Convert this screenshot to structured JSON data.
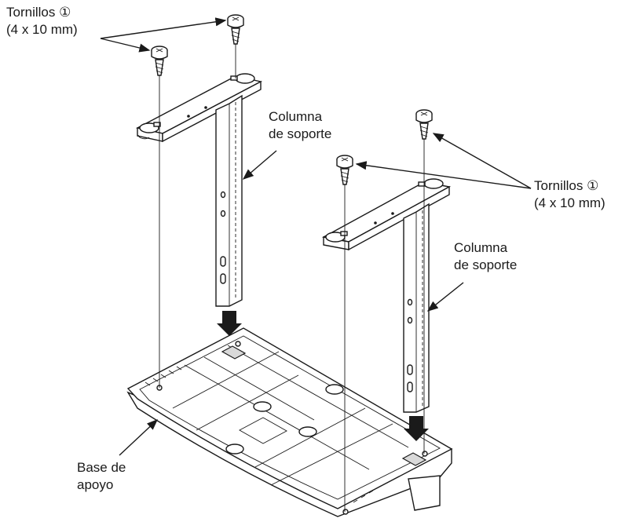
{
  "labels": {
    "screws_top_left": {
      "name": "Tornillos",
      "circled_num": "①",
      "size": "(4 x 10 mm)"
    },
    "screws_right": {
      "name": "Tornillos",
      "circled_num": "①",
      "size": "(4 x 10 mm)"
    },
    "column_left": {
      "line1": "Columna",
      "line2": "de soporte"
    },
    "column_right": {
      "line1": "Columna",
      "line2": "de soporte"
    },
    "base": {
      "line1": "Base de",
      "line2": "apoyo"
    }
  },
  "colors": {
    "line": "#1a1a1a",
    "shade": "#d9d9d9",
    "background": "#ffffff"
  }
}
